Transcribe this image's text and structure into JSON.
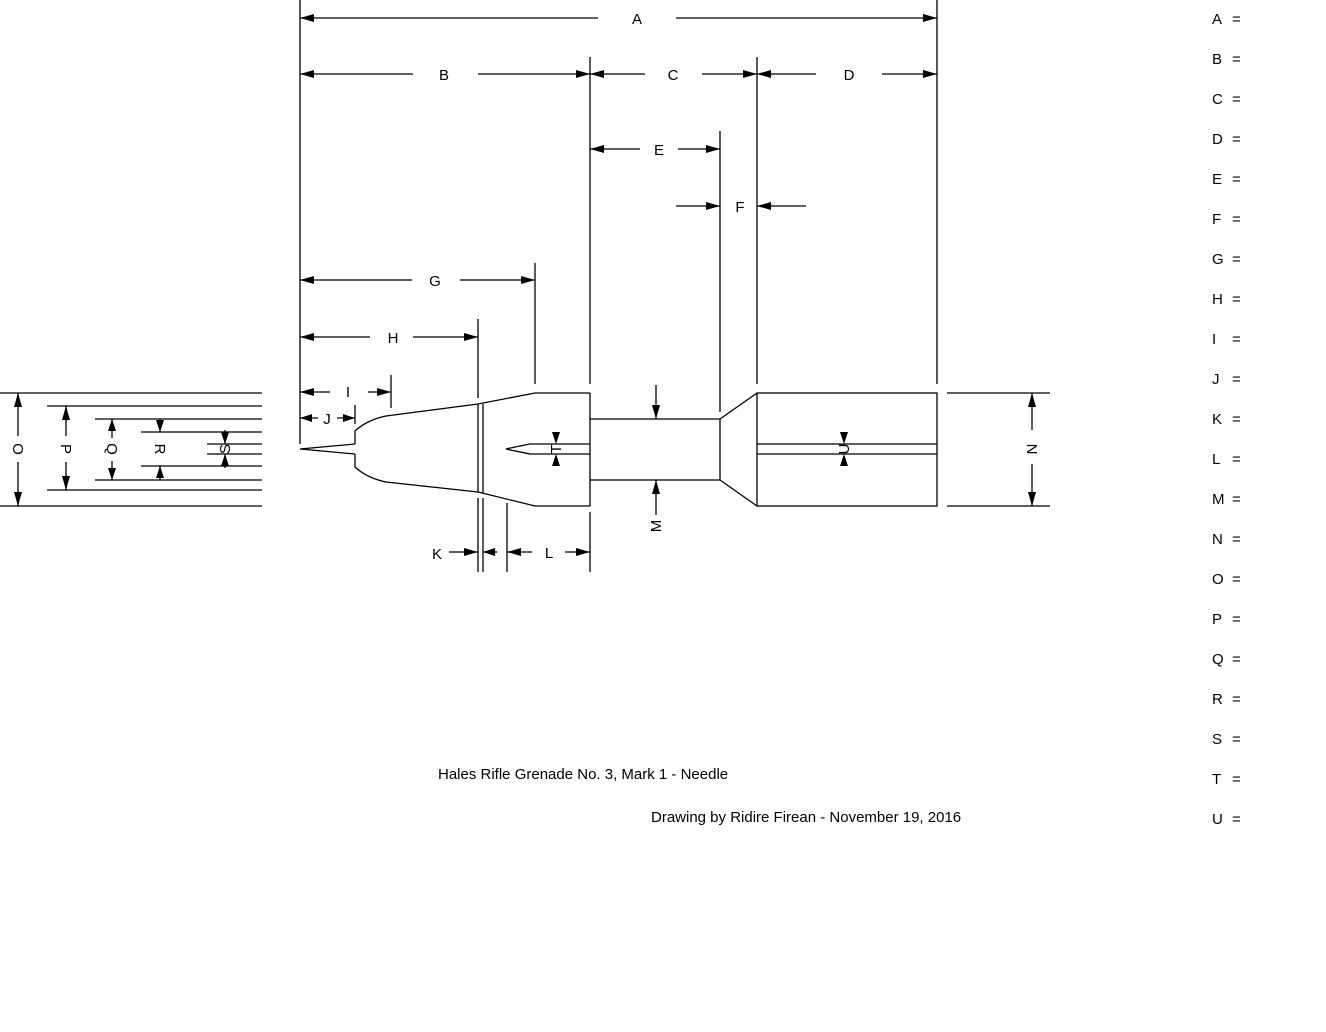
{
  "title": "Hales Rifle Grenade No. 3, Mark 1 - Needle",
  "credit": "Drawing by Ridire Firean - November 19, 2016",
  "dimension_labels": {
    "A": "A",
    "B": "B",
    "C": "C",
    "D": "D",
    "E": "E",
    "F": "F",
    "G": "G",
    "H": "H",
    "I": "I",
    "J": "J",
    "K": "K",
    "L": "L",
    "M": "M",
    "N": "N",
    "O": "O",
    "P": "P",
    "Q": "Q",
    "R": "R",
    "S": "S",
    "T": "T",
    "U": "U"
  },
  "legend": [
    {
      "key": "A",
      "eq": "=",
      "value": ""
    },
    {
      "key": "B",
      "eq": "=",
      "value": ""
    },
    {
      "key": "C",
      "eq": "=",
      "value": ""
    },
    {
      "key": "D",
      "eq": "=",
      "value": ""
    },
    {
      "key": "E",
      "eq": "=",
      "value": ""
    },
    {
      "key": "F",
      "eq": "=",
      "value": ""
    },
    {
      "key": "G",
      "eq": "=",
      "value": ""
    },
    {
      "key": "H",
      "eq": "=",
      "value": ""
    },
    {
      "key": "I",
      "eq": "=",
      "value": ""
    },
    {
      "key": "J",
      "eq": "=",
      "value": ""
    },
    {
      "key": "K",
      "eq": "=",
      "value": ""
    },
    {
      "key": "L",
      "eq": "=",
      "value": ""
    },
    {
      "key": "M",
      "eq": "=",
      "value": ""
    },
    {
      "key": "N",
      "eq": "=",
      "value": ""
    },
    {
      "key": "O",
      "eq": "=",
      "value": ""
    },
    {
      "key": "P",
      "eq": "=",
      "value": ""
    },
    {
      "key": "Q",
      "eq": "=",
      "value": ""
    },
    {
      "key": "R",
      "eq": "=",
      "value": ""
    },
    {
      "key": "S",
      "eq": "=",
      "value": ""
    },
    {
      "key": "T",
      "eq": "=",
      "value": ""
    },
    {
      "key": "U",
      "eq": "=",
      "value": ""
    }
  ]
}
